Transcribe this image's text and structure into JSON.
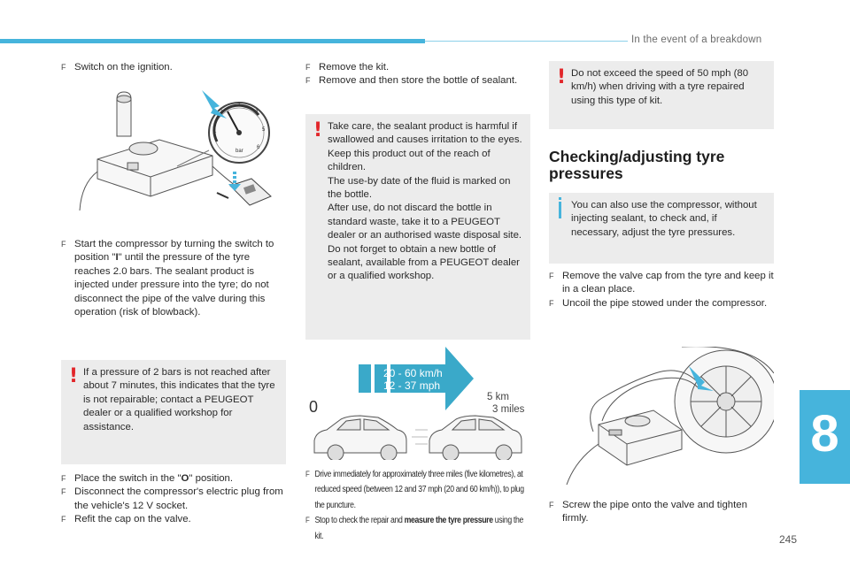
{
  "header": {
    "section_title": "In the event of a breakdown"
  },
  "chapter": {
    "number": "8"
  },
  "page": {
    "number": "245"
  },
  "bullet_marker": "F",
  "col1": {
    "step1": "Switch on the ignition.",
    "step2_pre": "Start the compressor by turning the switch to position \"",
    "step2_bold": "I",
    "step2_post": "\" until the pressure of the tyre reaches 2.0 bars. The sealant product is injected under pressure into the tyre; do not disconnect the pipe of the valve during this operation (risk of blowback).",
    "warning": "If a pressure of 2 bars is not reached after about 7 minutes, this indicates that the tyre is not repairable; contact a PEUGEOT dealer or a qualified workshop for assistance.",
    "step3_pre": "Place the switch in the \"",
    "step3_bold": "O",
    "step3_post": "\" position.",
    "step4": "Disconnect the compressor's electric plug from the vehicle's 12 V socket.",
    "step5": "Refit the cap on the valve."
  },
  "gauge": {
    "labels": [
      "1",
      "2",
      "3",
      "4",
      "5",
      "6"
    ],
    "unit": "bar"
  },
  "col2": {
    "step1": "Remove the kit.",
    "step2": "Remove and then store the bottle of sealant.",
    "warning": "Take care, the sealant product is harmful if swallowed and causes irritation to the eyes.\nKeep this product out of the reach of children.\nThe use-by date of the fluid is marked on the bottle.\nAfter use, do not discard the bottle in standard waste, take it to a PEUGEOT dealer or an authorised waste disposal site.\nDo not forget to obtain a new bottle of sealant, available from a PEUGEOT dealer or a qualified workshop.",
    "speed_kmh": "20 - 60 km/h",
    "speed_mph": "12 - 37 mph",
    "distance_km": "5 km",
    "distance_miles": "3 miles",
    "start_label": "0",
    "note1": "Drive immediately for approximately three miles (five kilometres), at reduced speed (between 12 and 37 mph (20 and 60 km/h)), to plug the puncture.",
    "note2_pre": "Stop to check the repair and ",
    "note2_bold": "measure the tyre pressure",
    "note2_post": " using the kit."
  },
  "col3": {
    "warning": "Do not exceed the speed of 50 mph (80 km/h) when driving with a tyre repaired using this type of kit.",
    "heading": "Checking/adjusting tyre pressures",
    "info": "You can also use the compressor, without injecting sealant, to check and, if necessary, adjust the tyre pressures.",
    "step1": "Remove the valve cap from the tyre and keep it in a clean place.",
    "step2": "Uncoil the pipe stowed under the compressor.",
    "step3": "Screw the pipe onto the valve and tighten firmly."
  },
  "colors": {
    "accent": "#46b4dc",
    "warning": "#e2262a",
    "box": "#ececec",
    "speed_panel": "#3aa9c9"
  },
  "icons": [
    "warning-exclamation-icon",
    "info-icon"
  ]
}
